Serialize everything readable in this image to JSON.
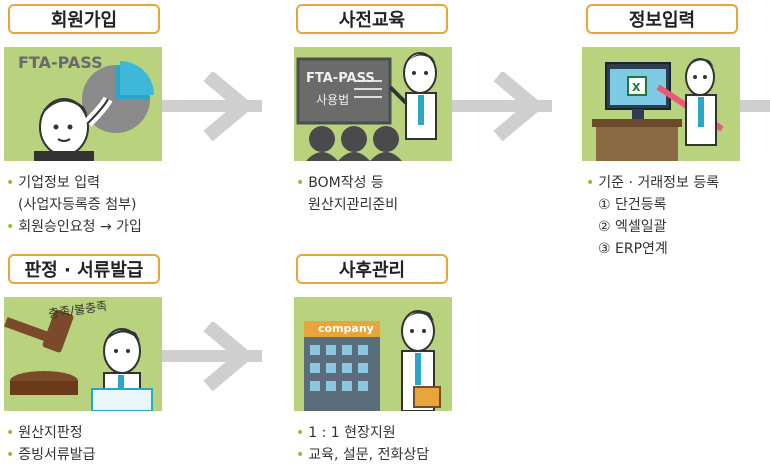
{
  "steps": [
    {
      "title": "회원가입",
      "panel_label": "FTA-PASS",
      "lines": [
        {
          "bullet": true,
          "text": "기업정보 입력"
        },
        {
          "bullet": false,
          "text": "(사업자등록증 첨부)"
        },
        {
          "bullet": true,
          "text": "회원승인요청 → 가입"
        }
      ]
    },
    {
      "title": "사전교육",
      "panel_label": "FTA-PASS",
      "panel_sublabel": "사용법",
      "lines": [
        {
          "bullet": true,
          "text": "BOM작성 등"
        },
        {
          "bullet": false,
          "text": "원산지관리준비"
        }
      ]
    },
    {
      "title": "정보입력",
      "lines": [
        {
          "bullet": true,
          "text": "기준 · 거래정보 등록"
        },
        {
          "bullet": false,
          "text": "① 단건등록"
        },
        {
          "bullet": false,
          "text": "② 엑셀일괄"
        },
        {
          "bullet": false,
          "text": "③ ERP연계"
        }
      ]
    },
    {
      "title": "판정 · 서류발급",
      "panel_label": "충족/불충족",
      "lines": [
        {
          "bullet": true,
          "text": "원산지판정"
        },
        {
          "bullet": true,
          "text": "증빙서류발급"
        }
      ]
    },
    {
      "title": "사후관리",
      "panel_label": "company",
      "lines": [
        {
          "bullet": true,
          "text": "1 : 1 현장지원"
        },
        {
          "bullet": true,
          "text": "교육, 설문, 전화상담"
        }
      ]
    }
  ]
}
